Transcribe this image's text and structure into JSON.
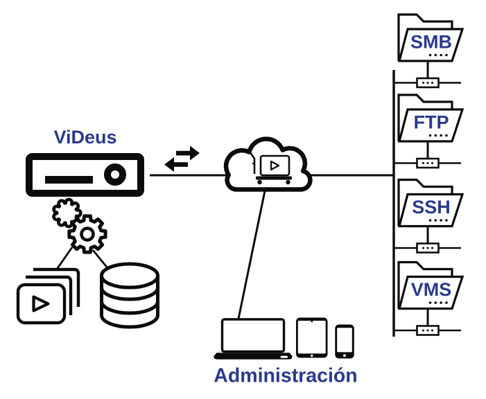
{
  "diagram": {
    "type": "network-architecture",
    "background": "#ffffff"
  },
  "colors": {
    "accent": "#2b3a8c",
    "line": "#0b0b0b"
  },
  "server": {
    "label": "ViDeus",
    "icon": "media-server-icon"
  },
  "processing": {
    "icon": "gears-icon"
  },
  "media": {
    "icon": "video-stack-icon"
  },
  "storage": {
    "icon": "database-icon"
  },
  "transfer": {
    "icon": "bidirectional-arrows-icon"
  },
  "cloud": {
    "icon": "cloud-video-delivery-icon"
  },
  "admin": {
    "label": "Administración",
    "icons": [
      "laptop-icon",
      "tablet-icon",
      "smartphone-icon"
    ]
  },
  "remotes": {
    "icon": "network-folder-icon",
    "node_icon": "network-share-node-icon",
    "items": [
      {
        "label": "SMB"
      },
      {
        "label": "FTP"
      },
      {
        "label": "SSH"
      },
      {
        "label": "VMS"
      }
    ]
  }
}
